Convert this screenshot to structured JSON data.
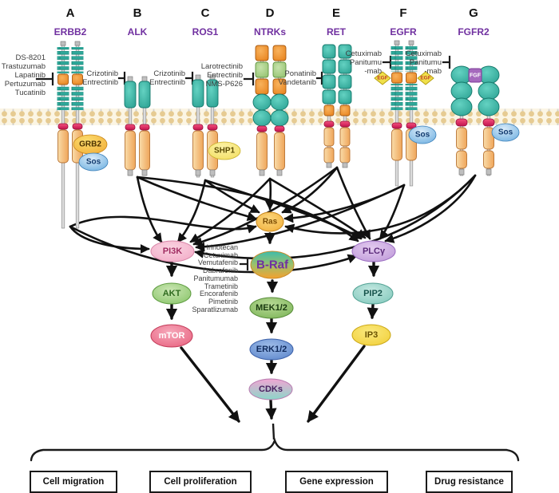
{
  "columns": [
    {
      "letter": "A",
      "gene": "ERBB2"
    },
    {
      "letter": "B",
      "gene": "ALK"
    },
    {
      "letter": "C",
      "gene": "ROS1"
    },
    {
      "letter": "D",
      "gene": "NTRKs"
    },
    {
      "letter": "E",
      "gene": "RET"
    },
    {
      "letter": "F",
      "gene": "EGFR"
    },
    {
      "letter": "G",
      "gene": "FGFR2"
    }
  ],
  "inhibitors": {
    "erbb2": {
      "drugs": [
        "DS-8201",
        "Trastuzumab",
        "Lapatinib",
        "Pertuzumab",
        "Tucatinib"
      ]
    },
    "alk": {
      "drugs": [
        "Crizotinib",
        "Entrectinib"
      ]
    },
    "ros1": {
      "drugs": [
        "Crizotinib",
        "Entrectinib"
      ]
    },
    "ntrks": {
      "drugs": [
        "Larotrectinib",
        "Entrectinib",
        "NMS-P626"
      ]
    },
    "ret": {
      "drugs": [
        "Ponatinib",
        "Vandetanib"
      ]
    },
    "egfr_left": {
      "drugs": [
        "Cetuximab",
        "Panitumu",
        "-mab"
      ]
    },
    "egfr_right": {
      "drugs": [
        "Cetuximab",
        "Panitumu",
        "-mab"
      ]
    },
    "braf": {
      "drugs": [
        "Irinotecan",
        "Cetuximab",
        "Vemutafenib",
        "Dabrafenib",
        "Panitumumab",
        "Trametinib",
        "Encorafenib",
        "Pimetinib",
        "Sparatlizumab"
      ]
    }
  },
  "adaptors": {
    "grb2": "GRB2",
    "sos1": "Sos",
    "shp1": "SHP1",
    "sos2": "Sos",
    "sos3": "Sos"
  },
  "ligands": {
    "egf_left": "EGF",
    "egf_right": "EGF",
    "fgf": "FGF"
  },
  "nodes": {
    "pi3k": "PI3K",
    "akt": "AKT",
    "mtor": "mTOR",
    "ras": "Ras",
    "braf": "B-Raf",
    "mek": "MEK1/2",
    "erk": "ERK1/2",
    "cdks": "CDKs",
    "plcg": "PLCγ",
    "pip2": "PIP2",
    "ip3": "IP3"
  },
  "outcomes": [
    "Cell migration",
    "Cell proliferation",
    "Gene expression",
    "Drug resistance"
  ],
  "colors": {
    "gene_label": "#7030A0",
    "arrow": "#111111",
    "membrane_head": "#E6CB92",
    "braf_text": "#7030A0"
  }
}
